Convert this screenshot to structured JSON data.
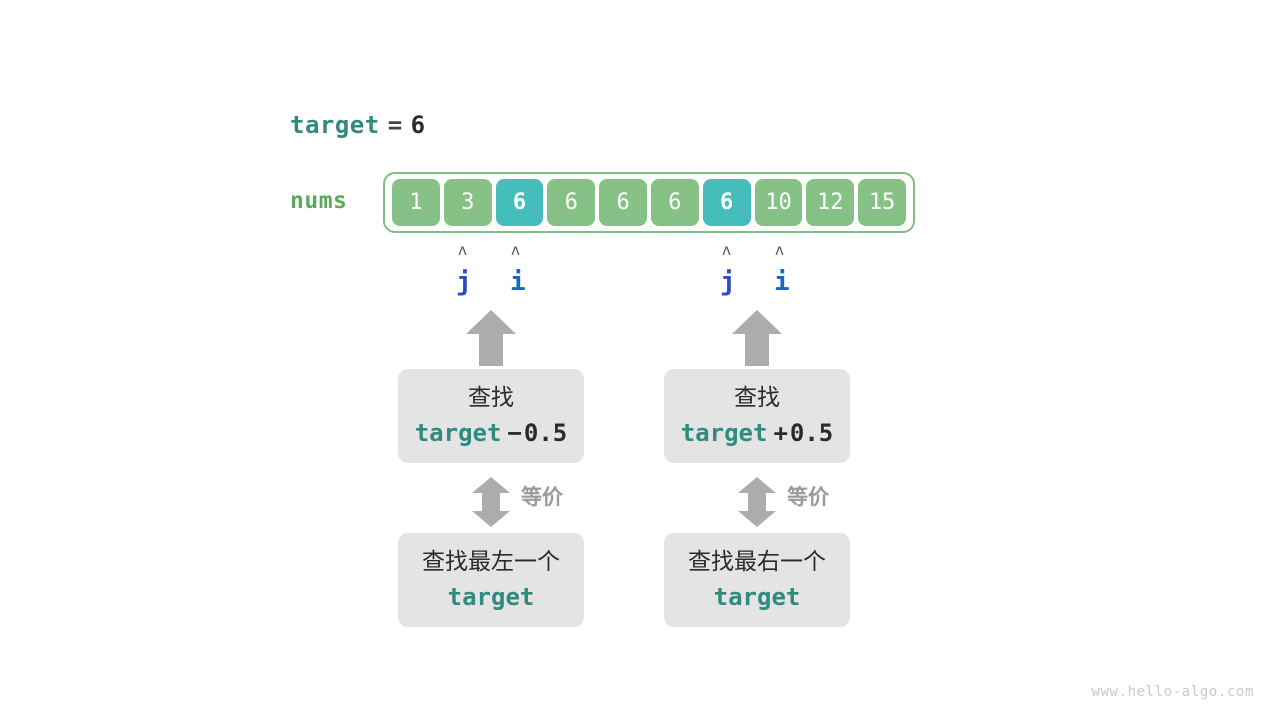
{
  "diagram": {
    "title_tokens": {
      "var_name": "target",
      "equals": "=",
      "value": "6"
    },
    "array_label": "nums",
    "array": {
      "values": [
        "1",
        "3",
        "6",
        "6",
        "6",
        "6",
        "6",
        "10",
        "12",
        "15"
      ],
      "highlighted_indices": [
        2,
        6
      ]
    },
    "pointers": [
      {
        "name": "j",
        "marker": "ʌ",
        "cell_index": 1,
        "group": "left"
      },
      {
        "name": "i",
        "marker": "ʌ",
        "cell_index": 2,
        "group": "left"
      },
      {
        "name": "j",
        "marker": "ʌ",
        "cell_index": 6,
        "group": "right"
      },
      {
        "name": "i",
        "marker": "ʌ",
        "cell_index": 7,
        "group": "right"
      }
    ],
    "left_branch": {
      "top_box": {
        "line1": "查找",
        "code_var": "target",
        "code_op": "−",
        "code_num": "0.5"
      },
      "equiv_label": "等价",
      "bottom_box": {
        "line1": "查找最左一个",
        "code_var": "target"
      }
    },
    "right_branch": {
      "top_box": {
        "line1": "查找",
        "code_var": "target",
        "code_op": "+",
        "code_num": "0.5"
      },
      "equiv_label": "等价",
      "bottom_box": {
        "line1": "查找最右一个",
        "code_var": "target"
      }
    },
    "footer": "www.hello-algo.com",
    "colors": {
      "cell_normal": "#86C286",
      "cell_highlight": "#45BDBD",
      "array_border": "#7FBF7F",
      "teal_code": "#2E8B7E",
      "green_label": "#5CA85C",
      "pointer_j": "#2E4BC6",
      "pointer_i": "#1566C8",
      "box_bg": "#E4E4E4",
      "arrow_gray": "#ACACAC",
      "equiv_gray": "#9A9A9A",
      "footer_gray": "#C9C9C9"
    }
  }
}
